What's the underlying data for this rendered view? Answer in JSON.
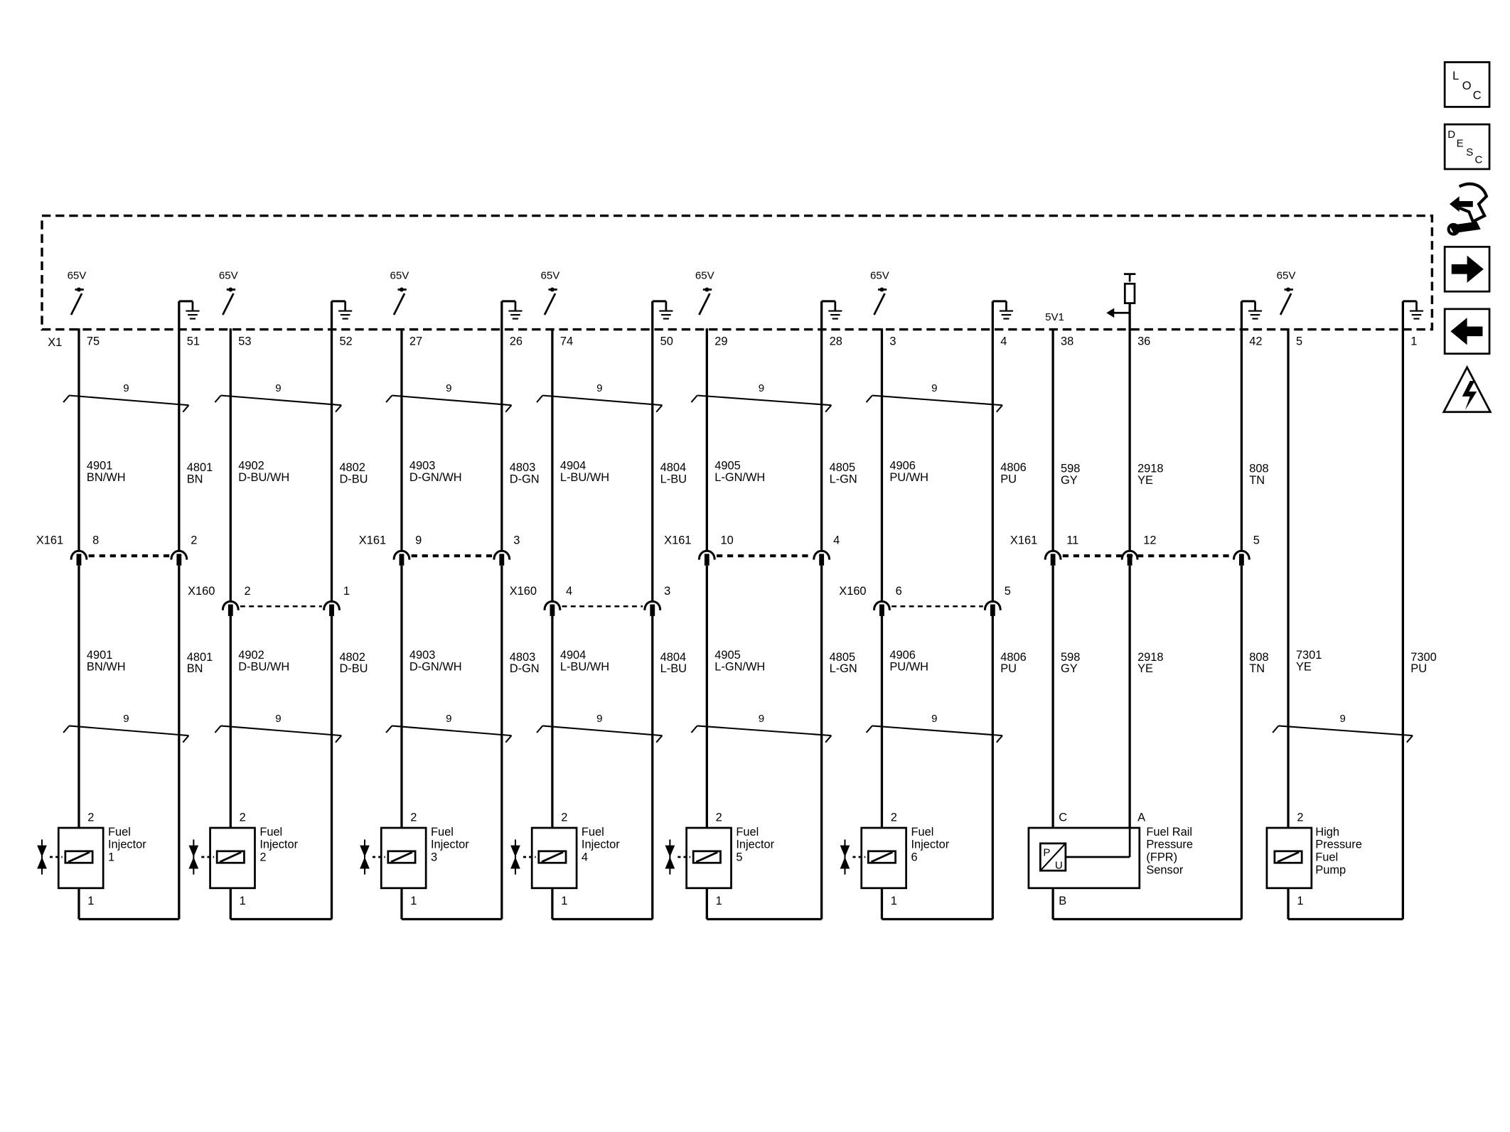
{
  "module_connector": "X1",
  "inline_upper": "X161",
  "inline_lower": "X160",
  "volt_label": "65V",
  "ref_label": "5V1",
  "twist_label": "9",
  "nav": {
    "loc": [
      "L",
      "O",
      "C"
    ],
    "desc": [
      "D",
      "E",
      "S",
      "C"
    ]
  },
  "circuits": [
    {
      "id": "inj1",
      "hi_pin": "75",
      "lo_pin": "51",
      "hi_wire": [
        "4901",
        "BN/WH"
      ],
      "lo_wire": [
        "4801",
        "BN"
      ],
      "inline_conn": "X161",
      "inline_hi": "8",
      "inline_lo": "2",
      "comp_label": [
        "Fuel",
        "Injector",
        "1"
      ]
    },
    {
      "id": "inj2",
      "hi_pin": "53",
      "lo_pin": "52",
      "hi_wire": [
        "4902",
        "D-BU/WH"
      ],
      "lo_wire": [
        "4802",
        "D-BU"
      ],
      "inline_conn": "X160",
      "inline_hi": "2",
      "inline_lo": "1",
      "comp_label": [
        "Fuel",
        "Injector",
        "2"
      ]
    },
    {
      "id": "inj3",
      "hi_pin": "27",
      "lo_pin": "26",
      "hi_wire": [
        "4903",
        "D-GN/WH"
      ],
      "lo_wire": [
        "4803",
        "D-GN"
      ],
      "inline_conn": "X161",
      "inline_hi": "9",
      "inline_lo": "3",
      "comp_label": [
        "Fuel",
        "Injector",
        "3"
      ]
    },
    {
      "id": "inj4",
      "hi_pin": "74",
      "lo_pin": "50",
      "hi_wire": [
        "4904",
        "L-BU/WH"
      ],
      "lo_wire": [
        "4804",
        "L-BU"
      ],
      "inline_conn": "X160",
      "inline_hi": "4",
      "inline_lo": "3",
      "comp_label": [
        "Fuel",
        "Injector",
        "4"
      ]
    },
    {
      "id": "inj5",
      "hi_pin": "29",
      "lo_pin": "28",
      "hi_wire": [
        "4905",
        "L-GN/WH"
      ],
      "lo_wire": [
        "4805",
        "L-GN"
      ],
      "inline_conn": "X161",
      "inline_hi": "10",
      "inline_lo": "4",
      "comp_label": [
        "Fuel",
        "Injector",
        "5"
      ]
    },
    {
      "id": "inj6",
      "hi_pin": "3",
      "lo_pin": "4",
      "hi_wire": [
        "4906",
        "PU/WH"
      ],
      "lo_wire": [
        "4806",
        "PU"
      ],
      "inline_conn": "X160",
      "inline_hi": "6",
      "inline_lo": "5",
      "comp_label": [
        "Fuel",
        "Injector",
        "6"
      ]
    }
  ],
  "sensor": {
    "ref_pin": "38",
    "sig_pin": "36",
    "low_pin": "42",
    "ref_wire": [
      "598",
      "GY"
    ],
    "sig_wire": [
      "2918",
      "YE"
    ],
    "low_wire": [
      "808",
      "TN"
    ],
    "inline_conn": "X161",
    "inline_ref": "11",
    "inline_sig": "12",
    "inline_low": "5",
    "term_ref": "C",
    "term_sig": "A",
    "term_low": "B",
    "glyph": [
      "P",
      "U"
    ],
    "label": [
      "Fuel Rail",
      "Pressure",
      "(FPR)",
      "Sensor"
    ]
  },
  "pump": {
    "hi_pin": "5",
    "lo_pin": "1",
    "hi_wire": [
      "7301",
      "YE"
    ],
    "lo_wire": [
      "7300",
      "PU"
    ],
    "label": [
      "High",
      "Pressure",
      "Fuel",
      "Pump"
    ]
  },
  "comp_pins": [
    "2",
    "1"
  ]
}
